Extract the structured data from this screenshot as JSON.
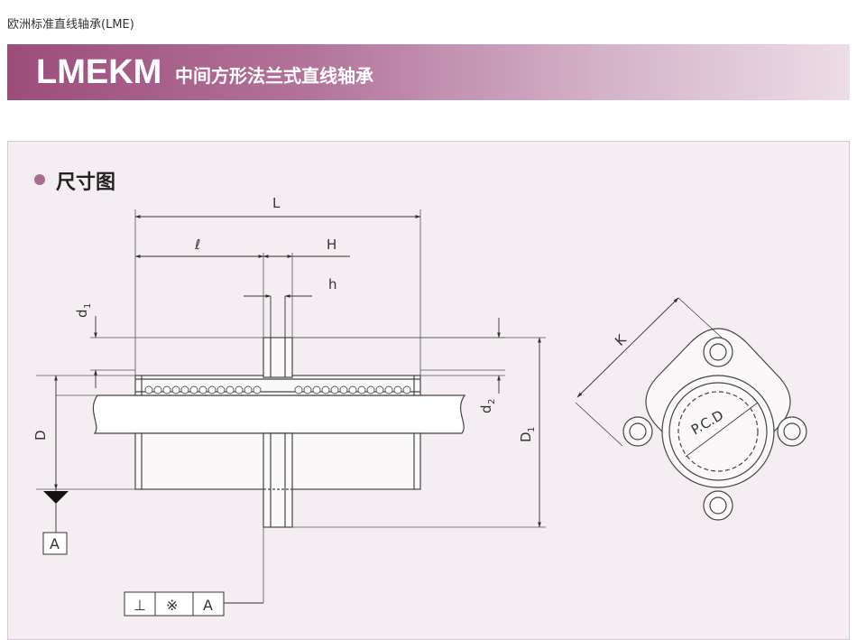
{
  "breadcrumb": "欧洲标准直线轴承(LME)",
  "banner": {
    "model": "LMEKM",
    "title": "中间方形法兰式直线轴承"
  },
  "section": {
    "title": "尺寸图"
  },
  "dimensions": {
    "L": "L",
    "l": "ℓ",
    "H": "H",
    "h": "h",
    "d1_main": "d",
    "d1_sub": "1",
    "d2_main": "d",
    "d2_sub": "2",
    "D": "D",
    "D1_main": "D",
    "D1_sub": "1",
    "K": "K",
    "pcd": "P.C.D"
  },
  "datum": {
    "label": "A"
  },
  "tolerance_frame": {
    "symbol": "⊥",
    "value": "※",
    "datum": "A"
  },
  "colors": {
    "banner_start": "#9c4d79",
    "banner_end": "#ecdde6",
    "panel_bg": "#f4eef2",
    "dot": "#a86c91"
  }
}
